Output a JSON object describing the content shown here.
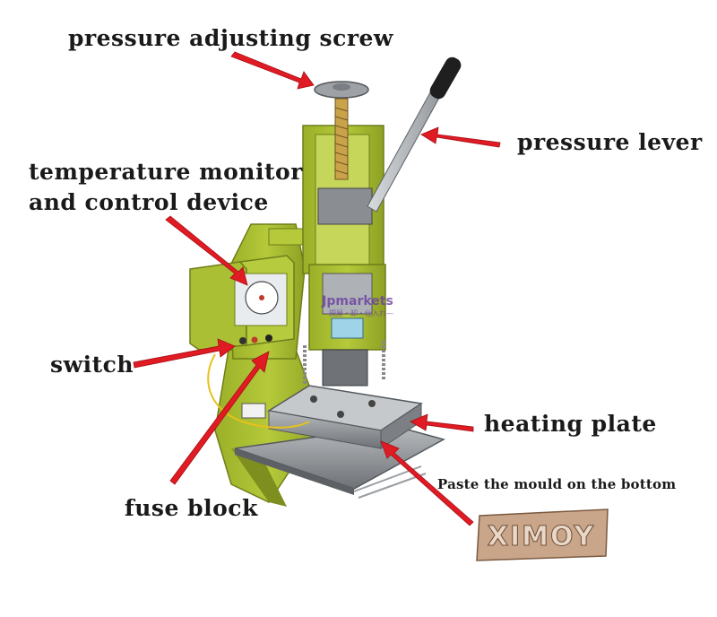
{
  "labels": {
    "pressure_adjusting_screw": "pressure adjusting screw",
    "pressure_lever": "pressure lever",
    "temperature_line1": "temperature monitor",
    "temperature_line2": "and control device",
    "switch": "switch",
    "heating_plate": "heating plate",
    "paste_mould": "Paste the mould on the bottom",
    "fuse_block": "fuse block"
  },
  "mould_text": "XIMOY",
  "watermark": {
    "brand": "Jpmarkets",
    "sub": "—問屋・卸・仕入れ—"
  },
  "colors": {
    "machine_body": "#a9bd2e",
    "arrow": "#e01b24",
    "plate": "#8c8f92",
    "text": "#1a1a1a"
  }
}
